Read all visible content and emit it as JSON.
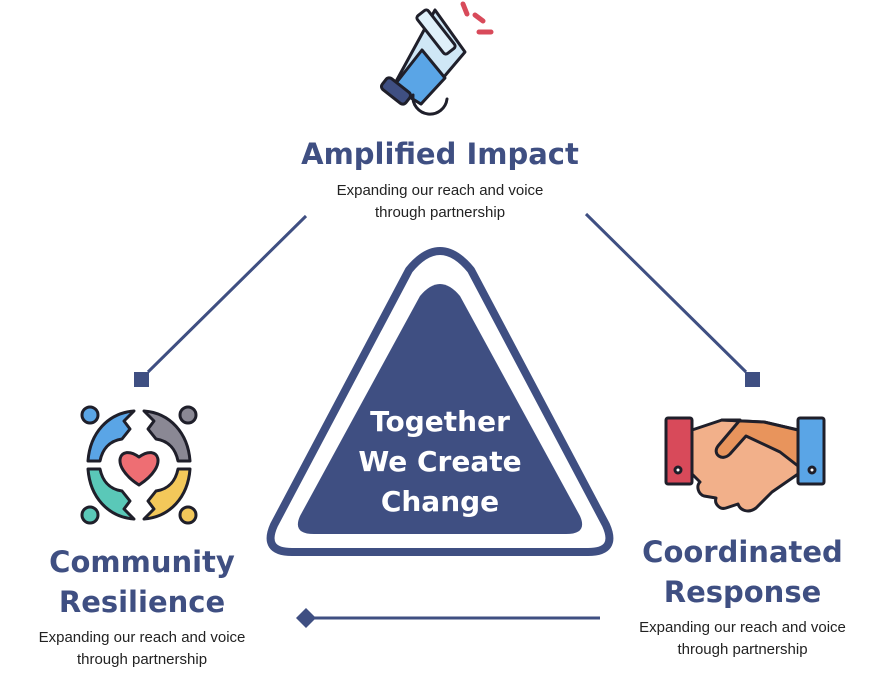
{
  "center": {
    "line1": "Together",
    "line2": "We Create",
    "line3": "Change"
  },
  "nodes": {
    "top": {
      "title": "Amplified Impact",
      "desc_line1": "Expanding our reach and voice",
      "desc_line2": "through partnership",
      "icon": "megaphone-icon"
    },
    "left": {
      "title_line1": "Community",
      "title_line2": "Resilience",
      "desc_line1": "Expanding our reach and voice",
      "desc_line2": "through partnership",
      "icon": "community-heart-icon"
    },
    "right": {
      "title_line1": "Coordinated",
      "title_line2": "Response",
      "desc_line1": "Expanding our reach and voice",
      "desc_line2": "through partnership",
      "icon": "handshake-icon"
    }
  },
  "colors": {
    "primary": "#3f4f82",
    "text": "#222222",
    "outline": "#1f1f2a",
    "heart": "#ee6e73",
    "blue": "#5aa5e6",
    "teal": "#5ac8b8",
    "yellow": "#f3c85a",
    "gray": "#8a8894",
    "red": "#d84a5a",
    "skin": "#f2b08a"
  }
}
